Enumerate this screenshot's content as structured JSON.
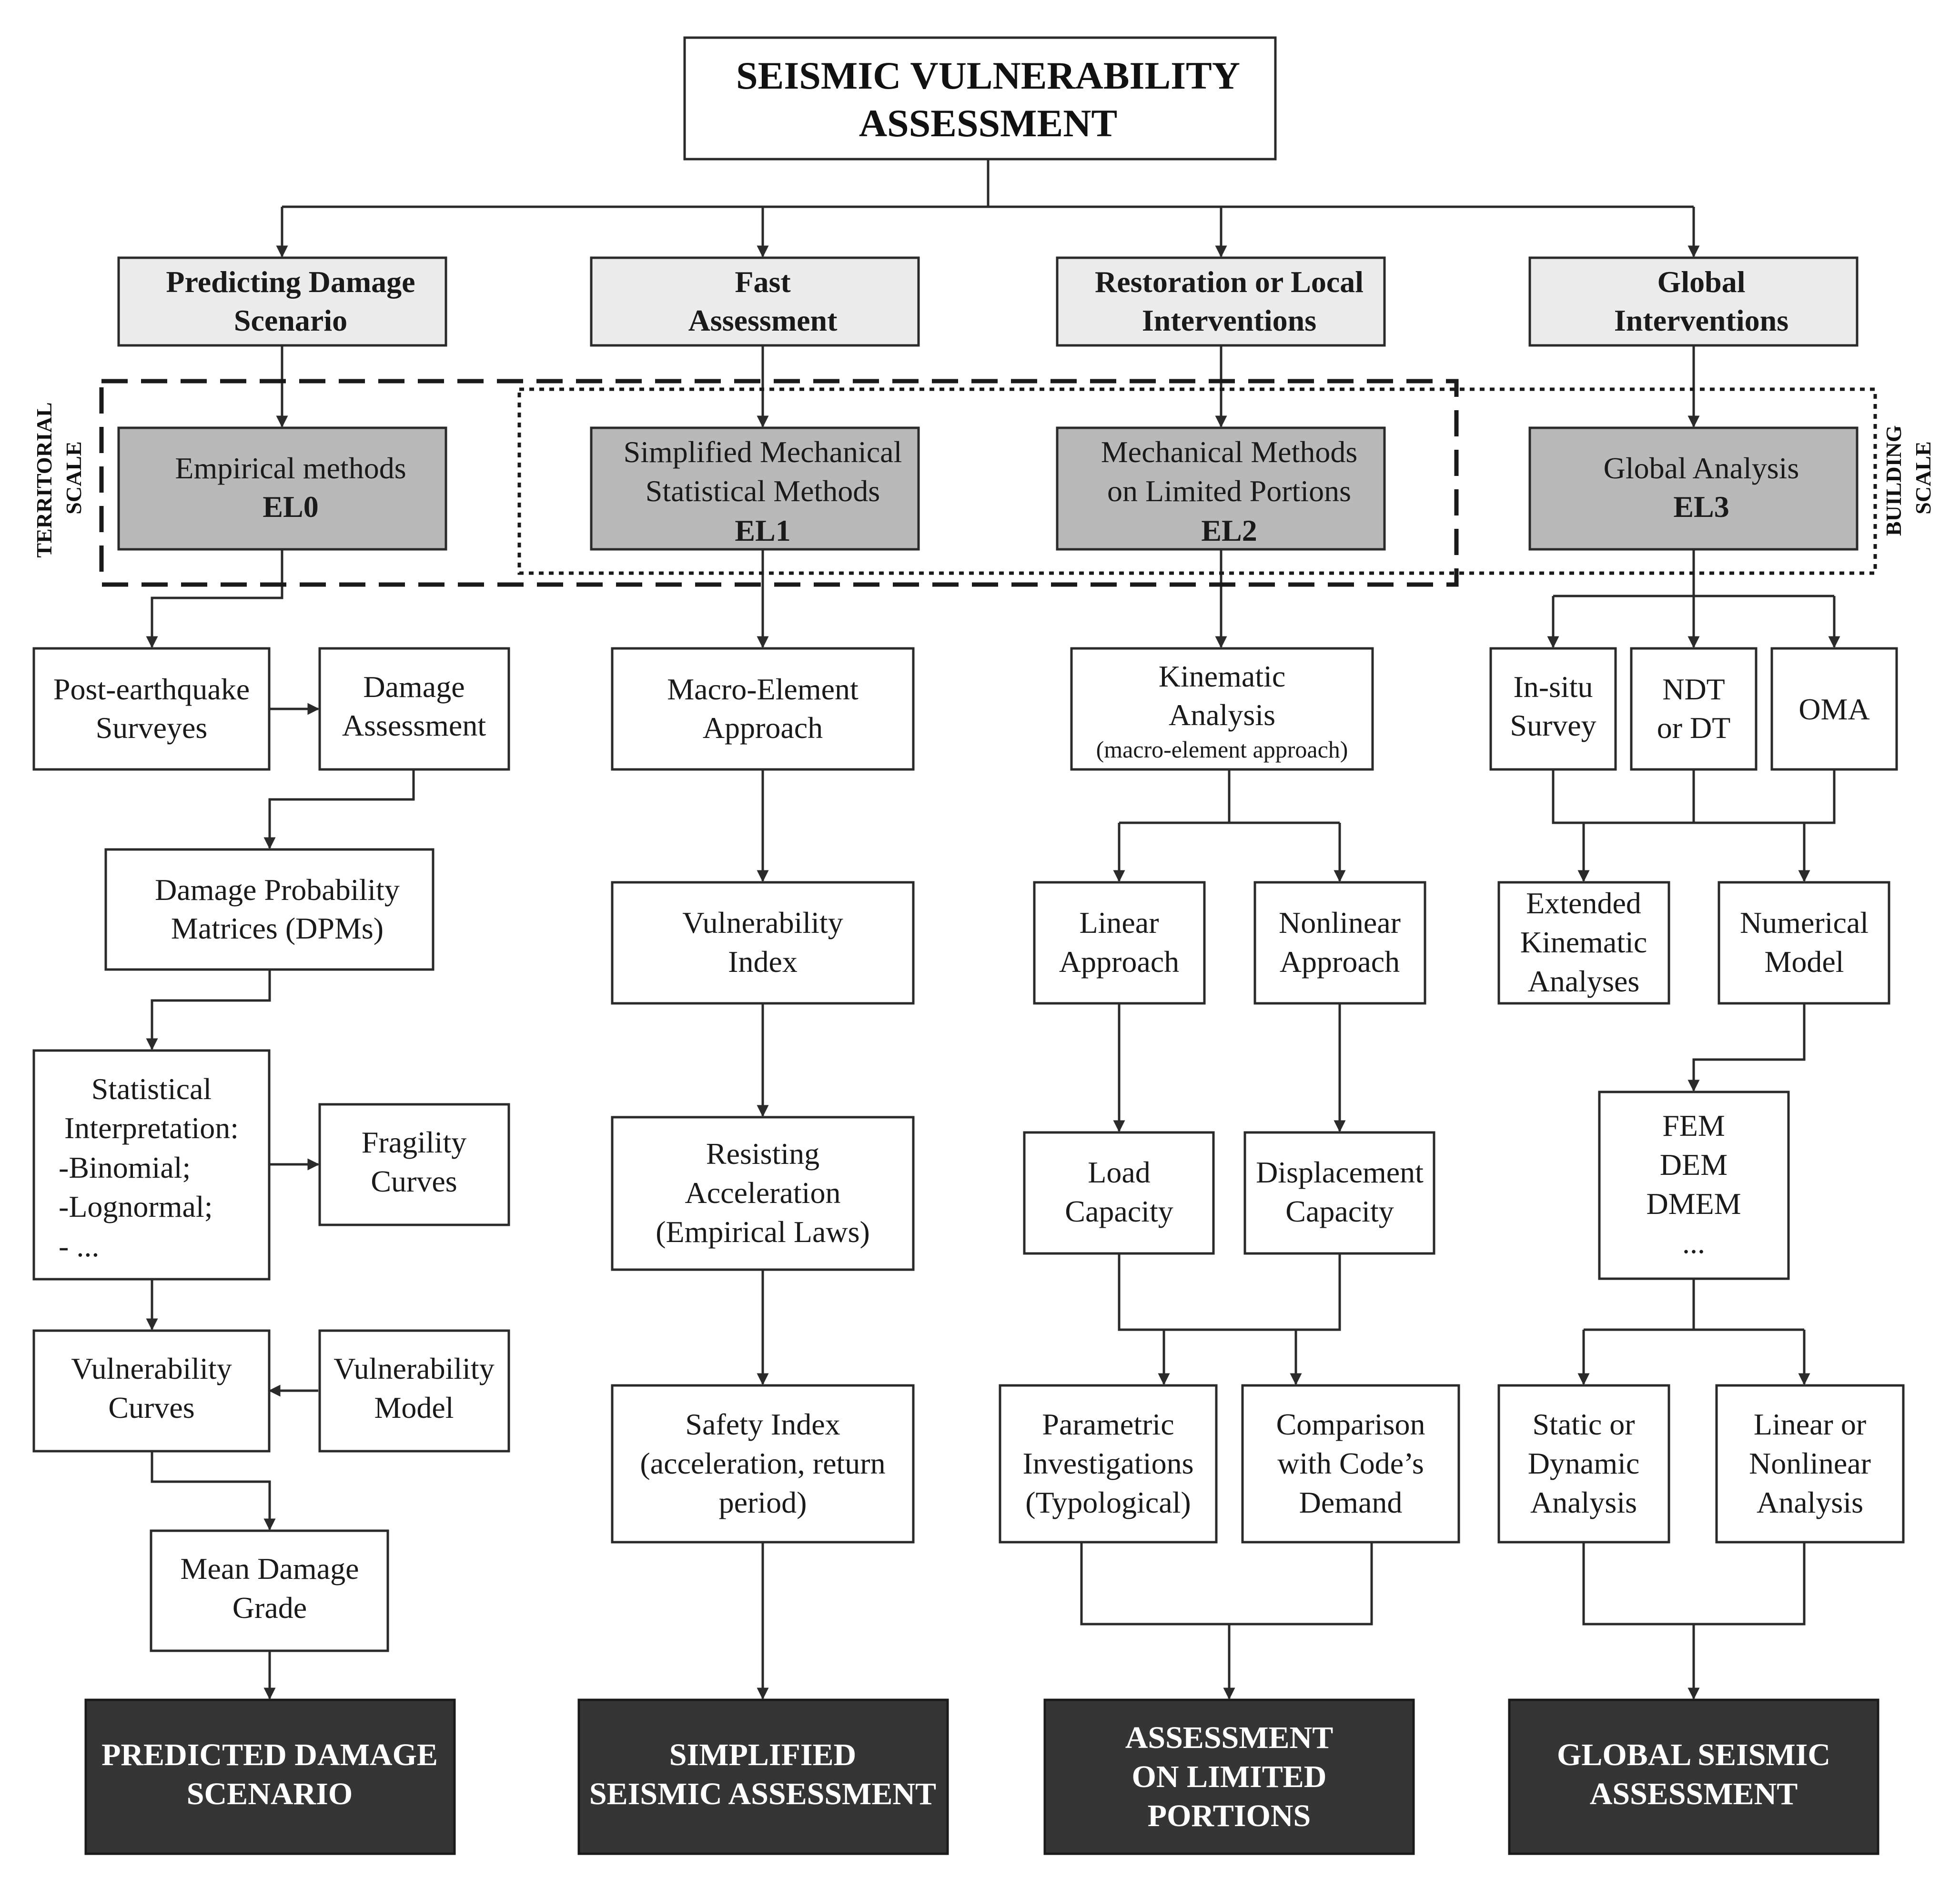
{
  "title": {
    "line1": "SEISMIC VULNERABILITY",
    "line2": "ASSESSMENT"
  },
  "scales": {
    "territorial": [
      "TERRITORIAL",
      "SCALE"
    ],
    "building": [
      "BUILDING",
      "SCALE"
    ]
  },
  "objectives": {
    "predicting": [
      "Predicting Damage",
      "Scenario"
    ],
    "fast": [
      "Fast",
      "Assessment"
    ],
    "restoration": [
      "Restoration or Local",
      "Interventions"
    ],
    "global": [
      "Global",
      "Interventions"
    ]
  },
  "levels": {
    "el0": {
      "name": "Empirical methods",
      "code": "EL0"
    },
    "el1": {
      "name": [
        "Simplified Mechanical",
        "Statistical Methods"
      ],
      "code": "EL1"
    },
    "el2": {
      "name": [
        "Mechanical Methods",
        "on Limited Portions"
      ],
      "code": "EL2"
    },
    "el3": {
      "name": "Global Analysis",
      "code": "EL3"
    }
  },
  "col0": {
    "surveys": [
      "Post-earthquake",
      "Surveyes"
    ],
    "damage_assessment": [
      "Damage",
      "Assessment"
    ],
    "dpm": [
      "Damage Probability",
      "Matrices (DPMs)"
    ],
    "statistical": [
      "Statistical",
      "Interpretation:",
      "-Binomial;",
      "-Lognormal;",
      "- ..."
    ],
    "fragility": [
      "Fragility",
      "Curves"
    ],
    "vuln_curves": [
      "Vulnerability",
      "Curves"
    ],
    "vuln_model": [
      "Vulnerability",
      "Model"
    ],
    "mean_damage": [
      "Mean Damage",
      "Grade"
    ]
  },
  "col1": {
    "macro": [
      "Macro-Element",
      "Approach"
    ],
    "vuln_index": [
      "Vulnerability",
      "Index"
    ],
    "resisting": [
      "Resisting",
      "Acceleration",
      "(Empirical Laws)"
    ],
    "safety": [
      "Safety Index",
      "(acceleration, return",
      "period)"
    ]
  },
  "col2": {
    "kinematic": [
      "Kinematic",
      "Analysis"
    ],
    "kinematic_note": "(macro-element approach)",
    "linear": [
      "Linear",
      "Approach"
    ],
    "nonlinear": [
      "Nonlinear",
      "Approach"
    ],
    "load": [
      "Load",
      "Capacity"
    ],
    "displacement": [
      "Displacement",
      "Capacity"
    ],
    "parametric": [
      "Parametric",
      "Investigations",
      "(Typological)"
    ],
    "comparison": [
      "Comparison",
      "with Code’s",
      "Demand"
    ]
  },
  "col3": {
    "insitu": [
      "In-situ",
      "Survey"
    ],
    "ndt": [
      "NDT",
      "or DT"
    ],
    "oma": [
      "OMA"
    ],
    "extended": [
      "Extended",
      "Kinematic",
      "Analyses"
    ],
    "numerical": [
      "Numerical",
      "Model"
    ],
    "fem": [
      "FEM",
      "DEM",
      "DMEM",
      "..."
    ],
    "static": [
      "Static or",
      "Dynamic",
      "Analysis"
    ],
    "linear_nl": [
      "Linear or",
      "Nonlinear",
      "Analysis"
    ]
  },
  "outcomes": {
    "predicted": [
      "PREDICTED DAMAGE",
      "SCENARIO"
    ],
    "simplified": [
      "SIMPLIFIED",
      "SEISMIC ASSESSMENT"
    ],
    "limited": [
      "ASSESSMENT",
      "ON LIMITED",
      "PORTIONS"
    ],
    "global": [
      "GLOBAL SEISMIC",
      "ASSESSMENT"
    ]
  }
}
